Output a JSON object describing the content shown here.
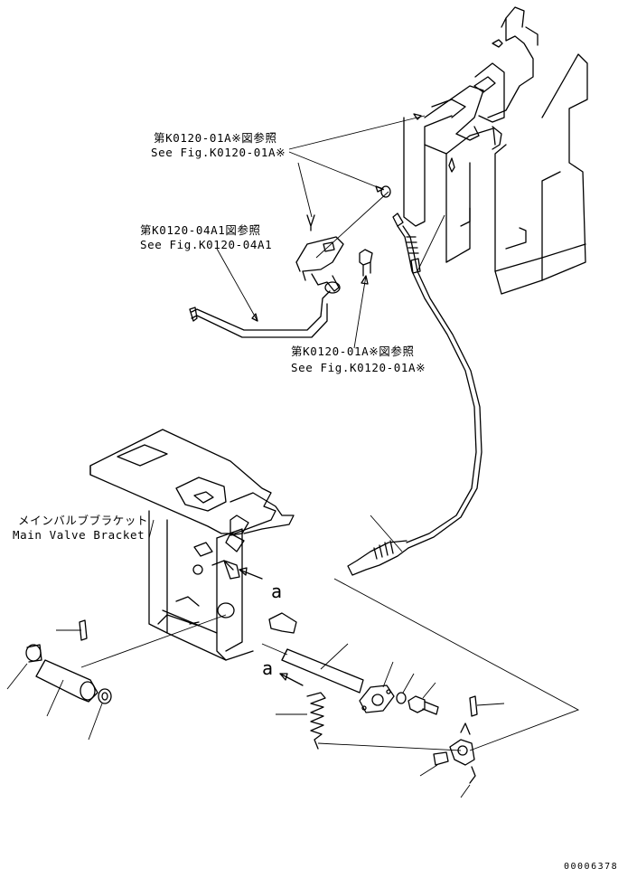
{
  "refs": {
    "ref_top": {
      "jp": "第K0120-01A※図参照",
      "en": "See Fig.K0120-01A※"
    },
    "ref_mid": {
      "jp": "第K0120-04A1図参照",
      "en": "See Fig.K0120-04A1"
    },
    "ref_bottom": {
      "jp": "第K0120-01A※図参照",
      "en": "See Fig.K0120-01A※"
    }
  },
  "bracket": {
    "jp": "メインバルブブラケット",
    "en": "Main Valve Bracket"
  },
  "markers": {
    "a_upper": "a",
    "a_lower": "a"
  },
  "drawing_number": "00006378"
}
